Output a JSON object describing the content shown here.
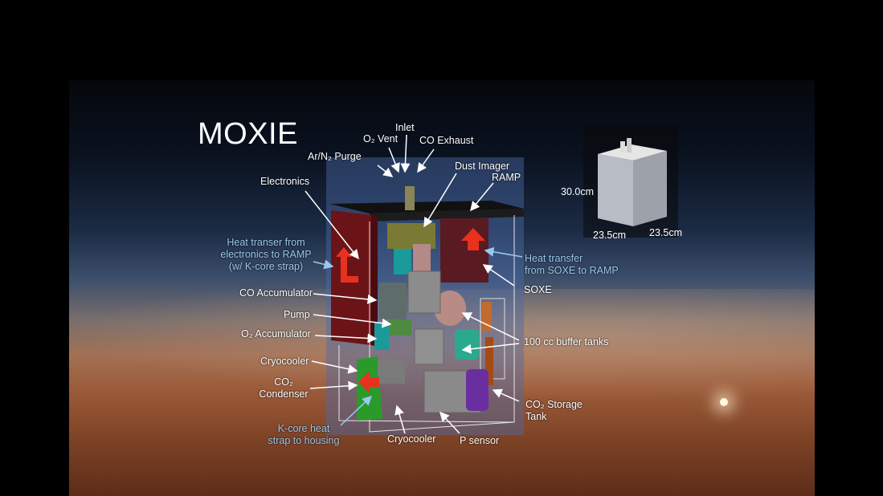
{
  "title": "MOXIE",
  "labels": {
    "inlet": "Inlet",
    "o2_vent": "O₂ Vent",
    "co_exhaust": "CO Exhaust",
    "ar_n2_purge": "Ar/N₂ Purge",
    "dust_imager": "Dust Imager",
    "ramp": "RAMP",
    "electronics": "Electronics",
    "heat_transfer_electronics": [
      "Heat transer from",
      "electronics to RAMP",
      "(w/ K-core strap)"
    ],
    "heat_transfer_soxe": [
      "Heat transfer",
      "from SOXE to RAMP"
    ],
    "soxe": "SOXE",
    "co_accumulator": "CO Accumulator",
    "pump": "Pump",
    "o2_accumulator": "O₂ Accumulator",
    "buffer_tanks": "100 cc buffer tanks",
    "cryocooler_left": "Cryocooler",
    "co2_condenser": [
      "CO₂",
      "Condenser"
    ],
    "co2_storage_tank": [
      "CO₂ Storage",
      "Tank"
    ],
    "kcore_heat_strap": [
      "K-core heat",
      "strap to housing"
    ],
    "cryocooler_bottom": "Cryocooler",
    "p_sensor": "P sensor"
  },
  "dimensions": {
    "height": "30.0cm",
    "width": "23.5cm",
    "depth": "23.5cm"
  },
  "colors": {
    "white_label": "#ffffff",
    "blue_label": "#9cc8ef",
    "heat_arrow": "#e8321e",
    "housing_translucent": "#4b6aa8",
    "electronics_box": "#6b1418"
  }
}
